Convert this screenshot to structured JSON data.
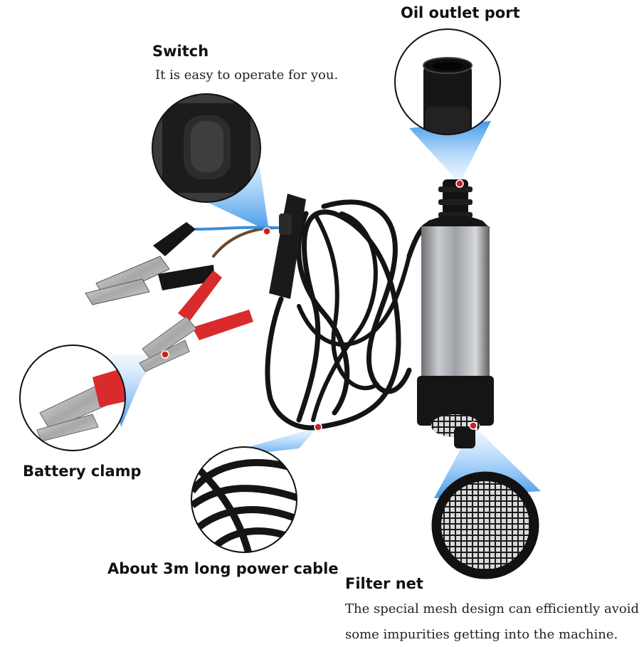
{
  "labels": {
    "switch_title": "Switch",
    "switch_desc": "It is easy to operate for you.",
    "outlet_title": "Oil outlet port",
    "clamp_title": "Battery clamp",
    "cable_title": "About 3m long power cable",
    "filter_title": "Filter net",
    "filter_desc_line1": "The special mesh design can efficiently avoid",
    "filter_desc_line2": "some impurities getting into the machine."
  },
  "colors": {
    "callout_blue": "#2f8fe0",
    "marker_red": "#d21f1f",
    "clamp_red": "#d92b2b",
    "cable_black": "#141414",
    "steel": "#a9acb0"
  },
  "icons": {
    "switch_zoom": "rocker-switch",
    "outlet_zoom": "hose-nozzle",
    "clamp_zoom": "alligator-clip",
    "cable_zoom": "coiled-cable",
    "filter_zoom": "mesh-filter"
  }
}
